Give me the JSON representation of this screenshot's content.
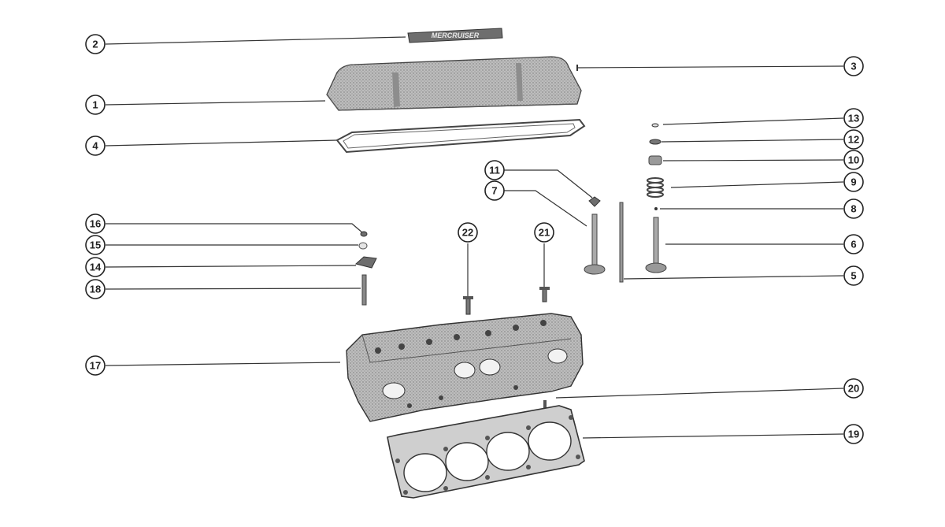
{
  "callouts": [
    {
      "id": "1",
      "label": "1"
    },
    {
      "id": "2",
      "label": "2"
    },
    {
      "id": "3",
      "label": "3"
    },
    {
      "id": "4",
      "label": "4"
    },
    {
      "id": "5",
      "label": "5"
    },
    {
      "id": "6",
      "label": "6"
    },
    {
      "id": "7",
      "label": "7"
    },
    {
      "id": "8",
      "label": "8"
    },
    {
      "id": "9",
      "label": "9"
    },
    {
      "id": "10",
      "label": "10"
    },
    {
      "id": "11",
      "label": "11"
    },
    {
      "id": "12",
      "label": "12"
    },
    {
      "id": "13",
      "label": "13"
    },
    {
      "id": "14",
      "label": "14"
    },
    {
      "id": "15",
      "label": "15"
    },
    {
      "id": "16",
      "label": "16"
    },
    {
      "id": "17",
      "label": "17"
    },
    {
      "id": "18",
      "label": "18"
    },
    {
      "id": "19",
      "label": "19"
    },
    {
      "id": "20",
      "label": "20"
    },
    {
      "id": "21",
      "label": "21"
    },
    {
      "id": "22",
      "label": "22"
    }
  ],
  "decal_text": "MERCRUISER"
}
